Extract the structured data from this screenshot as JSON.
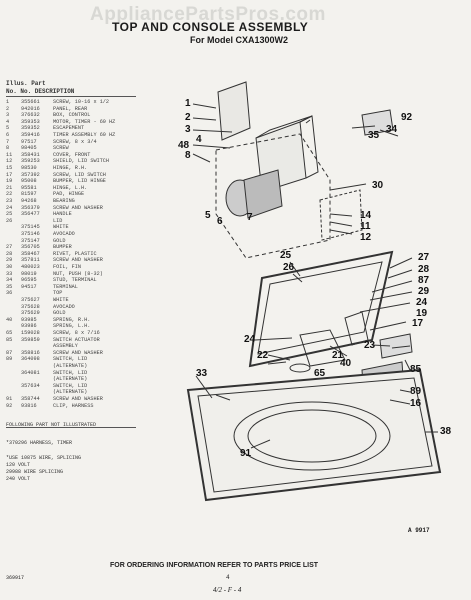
{
  "watermark": "AppliancePartsPros.com",
  "title": "TOP AND CONSOLE ASSEMBLY",
  "subtitle": "For Model CXA1300W2",
  "table": {
    "header1": "Illus.  Part",
    "header2": "No.     No.        DESCRIPTION",
    "rows": [
      [
        "1",
        "355661",
        "SCREW, 10-16 x 1/2"
      ],
      [
        "2",
        "942016",
        "PANEL, REAR"
      ],
      [
        "3",
        "376632",
        "BOX, CONTROL"
      ],
      [
        "4",
        "359353",
        "MOTOR, TIMER - 60 HZ"
      ],
      [
        "5",
        "359352",
        "ESCAPEMENT"
      ],
      [
        "6",
        "359416",
        "TIMER ASSEMBLY  60 HZ"
      ],
      [
        "7",
        "97517",
        "SCREW, 8 x 3/4"
      ],
      [
        "8",
        "98405",
        "SCREW"
      ],
      [
        "11",
        "358431",
        "COVER, FRONT"
      ],
      [
        "12",
        "359253",
        "SHIELD, LID SWITCH"
      ],
      [
        "15",
        "98530",
        "HINGE, R.H."
      ],
      [
        "17",
        "357392",
        "SCREW, LID SWITCH"
      ],
      [
        "19",
        "95008",
        "BUMPER, LID HINGE"
      ],
      [
        "21",
        "95581",
        "HINGE, L.H."
      ],
      [
        "22",
        "81597",
        "PAD, HINGE"
      ],
      [
        "23",
        "94268",
        "BEARING"
      ],
      [
        "24",
        "356379",
        "SCREW AND WASHER"
      ],
      [
        "25",
        "356477",
        "HANDLE"
      ],
      [
        "26",
        "",
        "LID"
      ],
      [
        "",
        "375145",
        "WHITE"
      ],
      [
        "",
        "375146",
        "AVOCADO"
      ],
      [
        "",
        "375147",
        "GOLD"
      ],
      [
        "27",
        "356705",
        "BUMPER"
      ],
      [
        "28",
        "358467",
        "RIVET, PLASTIC"
      ],
      [
        "29",
        "357811",
        "SCREW AND WASHER"
      ],
      [
        "30",
        "480023",
        "FOIL, FIN"
      ],
      [
        "33",
        "98019",
        "NUT, PUSH (8-32)"
      ],
      [
        "34",
        "96595",
        "STUD, TERMINAL"
      ],
      [
        "35",
        "94517",
        "TERMINAL"
      ],
      [
        "36",
        "",
        "TOP"
      ],
      [
        "",
        "375627",
        "WHITE"
      ],
      [
        "",
        "375628",
        "AVOCADO"
      ],
      [
        "",
        "375629",
        "GOLD"
      ],
      [
        "40",
        "93985",
        "SPRING, R.H."
      ],
      [
        "",
        "93986",
        "SPRING, L.H."
      ],
      [
        "65",
        "159028",
        "SCREW, 8 x 7/16"
      ],
      [
        "85",
        "359859",
        "SWITCH ACTUATOR"
      ],
      [
        "",
        "",
        "ASSEMBLY"
      ],
      [
        "87",
        "358816",
        "SCREW AND WASHER"
      ],
      [
        "89",
        "364098",
        "SWITCH, LID"
      ],
      [
        "",
        "",
        "(ALTERNATE)"
      ],
      [
        "",
        "364081",
        "SWITCH, LID"
      ],
      [
        "",
        "",
        "(ALTERNATE)"
      ],
      [
        "",
        "357634",
        "SWITCH, LID"
      ],
      [
        "",
        "",
        "(ALTERNATE)"
      ],
      [
        "91",
        "358744",
        "SCREW AND WASHER"
      ],
      [
        "92",
        "93816",
        "CLIP, HARNESS"
      ]
    ],
    "following": "FOLLOWING PART NOT ILLUSTRATED",
    "harness": "*370296  HARNESS, TIMER",
    "use1": "*USE   10875 WIRE, SPLICING",
    "use2": "       120 VOLT",
    "use3": "       29988 WIRE SPLICING",
    "use4": "       240 VOLT"
  },
  "callouts": {
    "c1": "1",
    "c2": "2",
    "c3": "3",
    "c4": "4",
    "c48": "48",
    "c8": "8",
    "c5": "5",
    "c6": "6",
    "c7": "7",
    "c92": "92",
    "c35": "35",
    "c34": "34",
    "c30": "30",
    "c14": "14",
    "c11": "11",
    "c12": "12",
    "c25": "25",
    "c26": "26",
    "c27": "27",
    "c28": "28",
    "c87": "87",
    "c29": "29",
    "c24a": "24",
    "c19": "19",
    "c17": "17",
    "c24b": "24",
    "c22": "22",
    "c21": "21",
    "c40": "40",
    "c23": "23",
    "c85": "85",
    "c33": "33",
    "c65": "65",
    "c89": "89",
    "c16": "16",
    "c38": "38",
    "c91": "91"
  },
  "a_code": "A 9917",
  "footer": "FOR ORDERING INFORMATION REFER TO PARTS PRICE LIST",
  "page_num": "4",
  "page_code": "4/2 - F - 4",
  "part_ref": "369917"
}
